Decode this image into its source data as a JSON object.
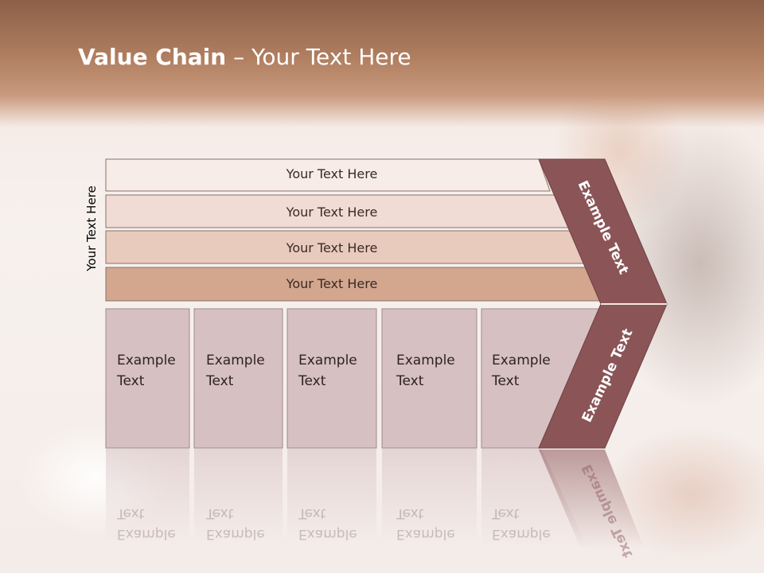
{
  "slide": {
    "title_bold": "Value Chain",
    "title_rest": " – Your Text Here",
    "side_label": "Your Text Here"
  },
  "rows": [
    {
      "label": "Your Text Here"
    },
    {
      "label": "Your Text Here"
    },
    {
      "label": "Your Text Here"
    },
    {
      "label": "Your Text Here"
    }
  ],
  "columns": [
    {
      "line1": "Example",
      "line2": "Text"
    },
    {
      "line1": "Example",
      "line2": "Text"
    },
    {
      "line1": "Example",
      "line2": "Text"
    },
    {
      "line1": "Example",
      "line2": "Text"
    },
    {
      "line1": "Example",
      "line2": "Text"
    }
  ],
  "chevron": {
    "upper_label": "Example Text",
    "lower_label": "Example Text"
  },
  "colors": {
    "row_fills": [
      "#f7ece8",
      "#f0dcd4",
      "#e8cbbd",
      "#d3a68e"
    ],
    "column_fill": "#d6c0c2",
    "chevron_fill": "#8b5558",
    "header": "#a97658"
  }
}
